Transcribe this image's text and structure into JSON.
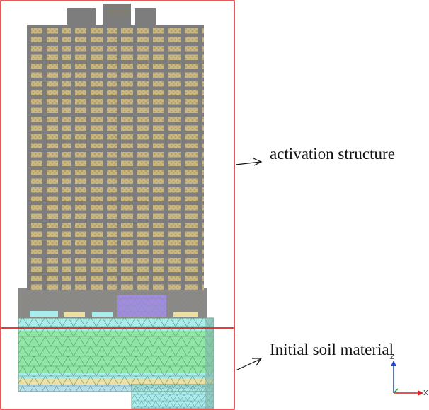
{
  "labels": {
    "structure": "activation structure",
    "soil": "Initial soil material"
  },
  "axes": {
    "z": "Z",
    "x": "X"
  },
  "colors": {
    "highlight_box": "#e02020",
    "structure_frame": "#7d7d7d",
    "slab_infill": "#c9b783",
    "soil_green": "#8ee8a4",
    "soil_cyan": "#a9ecec",
    "soil_yellow": "#eee0a0",
    "soil_lightblue": "#b8e0f0",
    "purple_core": "#a58be0",
    "mesh_line": "#5f8f78",
    "axis_z": "#2040d0",
    "axis_y": "#20a020",
    "axis_x": "#d02020"
  }
}
